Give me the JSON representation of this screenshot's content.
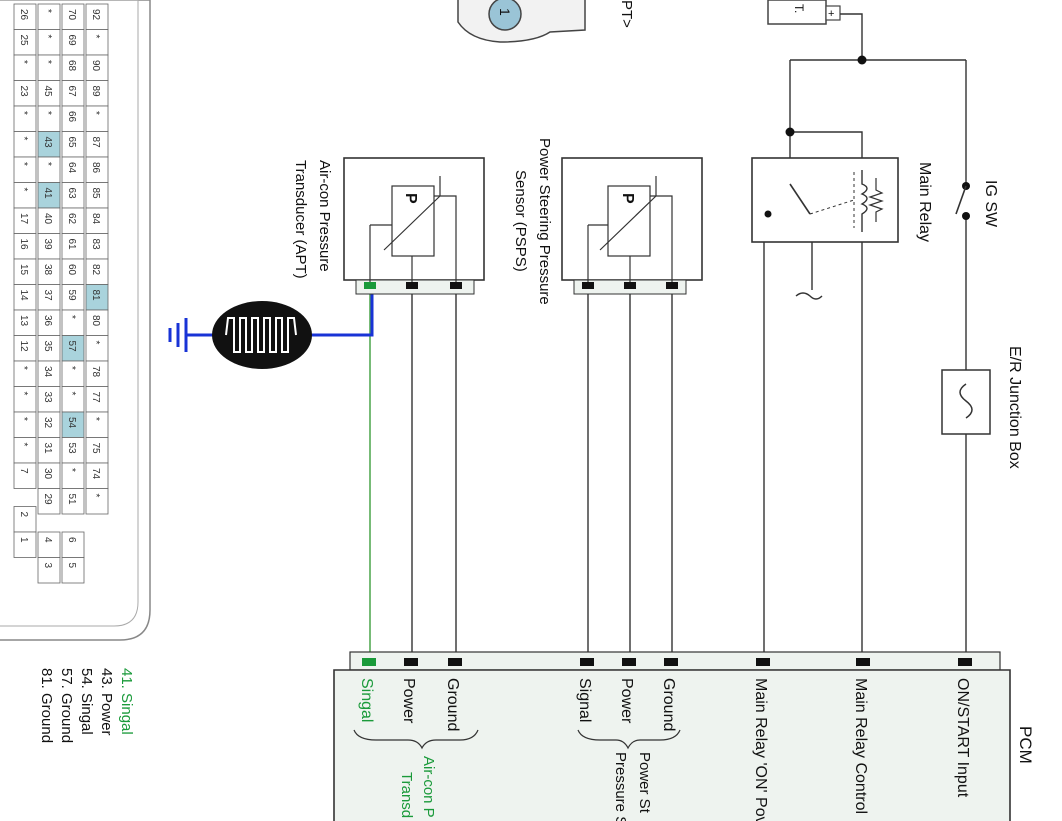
{
  "pcm": {
    "title": "PCM",
    "pins": {
      "on_start": "ON/START Input",
      "main_relay_control": "Main Relay Control",
      "main_relay_on_power": "Main Relay 'ON' Pov",
      "psps_ground": "Ground",
      "psps_power": "Power",
      "psps_signal": "Signal",
      "apt_ground": "Ground",
      "apt_power": "Power",
      "apt_signal": "Singal"
    },
    "group_psps": "Power St",
    "group_psps_2": "Pressure S",
    "group_apt": "Air-con P",
    "group_apt_2": "Transd"
  },
  "components": {
    "ig_sw": "IG SW",
    "main_relay": "Main Relay",
    "junction_box": "E/R Junction Box",
    "psps_line1": "Power Steering Pressure",
    "psps_line2": "Sensor (PSPS)",
    "apt_line1": "Air-con Pressure",
    "apt_line2": "Transducer (APT)",
    "sensor_p": "P",
    "battery_plus": "+",
    "battery_t": "T.",
    "apt_tag": "PT>",
    "connector_pin": "1"
  },
  "legend": [
    {
      "text": "41. Singal",
      "color": "#1a9a3a"
    },
    {
      "text": "43. Power",
      "color": "#111111"
    },
    {
      "text": "54. Singal",
      "color": "#111111"
    },
    {
      "text": "57. Ground",
      "color": "#111111"
    },
    {
      "text": "81. Ground",
      "color": "#111111"
    }
  ],
  "connector": {
    "row1": [
      "26",
      "25",
      "*",
      "23",
      "*",
      "*",
      "*",
      "*",
      "17",
      "16",
      "15",
      "14",
      "13",
      "12",
      "*",
      "*",
      "*",
      "*",
      "7",
      "2",
      "1"
    ],
    "row2": [
      "*",
      "*",
      "*",
      "45",
      "*",
      "43",
      "*",
      "41",
      "40",
      "39",
      "38",
      "37",
      "36",
      "35",
      "34",
      "33",
      "32",
      "31",
      "30",
      "29",
      "4",
      "3"
    ],
    "row3": [
      "70",
      "69",
      "68",
      "67",
      "66",
      "65",
      "64",
      "63",
      "62",
      "61",
      "60",
      "59",
      "*",
      "57",
      "*",
      "*",
      "54",
      "53",
      "*",
      "51",
      "6",
      "5"
    ],
    "row4": [
      "92",
      "*",
      "90",
      "89",
      "*",
      "87",
      "86",
      "85",
      "84",
      "83",
      "82",
      "81",
      "80",
      "*",
      "78",
      "77",
      "*",
      "75",
      "74",
      "*"
    ],
    "highlighted": [
      "41",
      "43",
      "54",
      "57",
      "81"
    ]
  }
}
